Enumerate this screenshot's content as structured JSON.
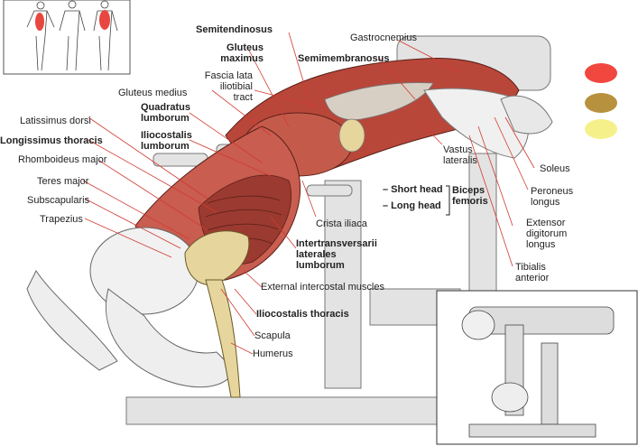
{
  "labels": {
    "semitendinosus": "Semitendinosus",
    "gluteus_maximus": "Gluteus\nmaximus",
    "fascia_lata": "Fascia lata\niliotibial\ntract",
    "gluteus_medius": "Gluteus medius",
    "quadratus_lumborum": "Quadratus\nlumborum",
    "iliocostalis_lumborum": "Iliocostalis\nlumborum",
    "latissimus_dorsi": "Latissimus dorsi",
    "longissimus_thoracis": "Longissimus thoracis",
    "rhomboideus_major": "Rhomboideus major",
    "teres_major": "Teres major",
    "subscapularis": "Subscapularis",
    "trapezius": "Trapezius",
    "gastrocnemius": "Gastrocnemius",
    "semimembranosus": "Semimembranosus",
    "vastus_lateralis": "Vastus\nlateralis",
    "soleus": "Soleus",
    "peroneus_longus": "Peroneus\nlongus",
    "short_head": "– Short head",
    "long_head": "– Long head",
    "biceps_femoris": "Biceps\nfemoris",
    "extensor_digitorum_longus": "Extensor\ndigitorum\nlongus",
    "tibialis_anterior": "Tibialis\nanterior",
    "crista_iliaca": "Crista iliaca",
    "intertransversarii": "Intertransversarii\nlaterales\nlumborum",
    "external_intercostal": "External intercostal muscles",
    "iliocostalis_thoracis": "Iliocostalis thoracis",
    "scapula": "Scapula",
    "humerus": "Humerus"
  },
  "legend_colors": [
    "#f2473f",
    "#b8913e",
    "#f6f08a"
  ],
  "colors": {
    "muscle_red": "#c0453a",
    "muscle_dark": "#7a2a22",
    "bone": "#e8d89a",
    "line": "#d23a30",
    "machine": "#cfcfcf"
  }
}
